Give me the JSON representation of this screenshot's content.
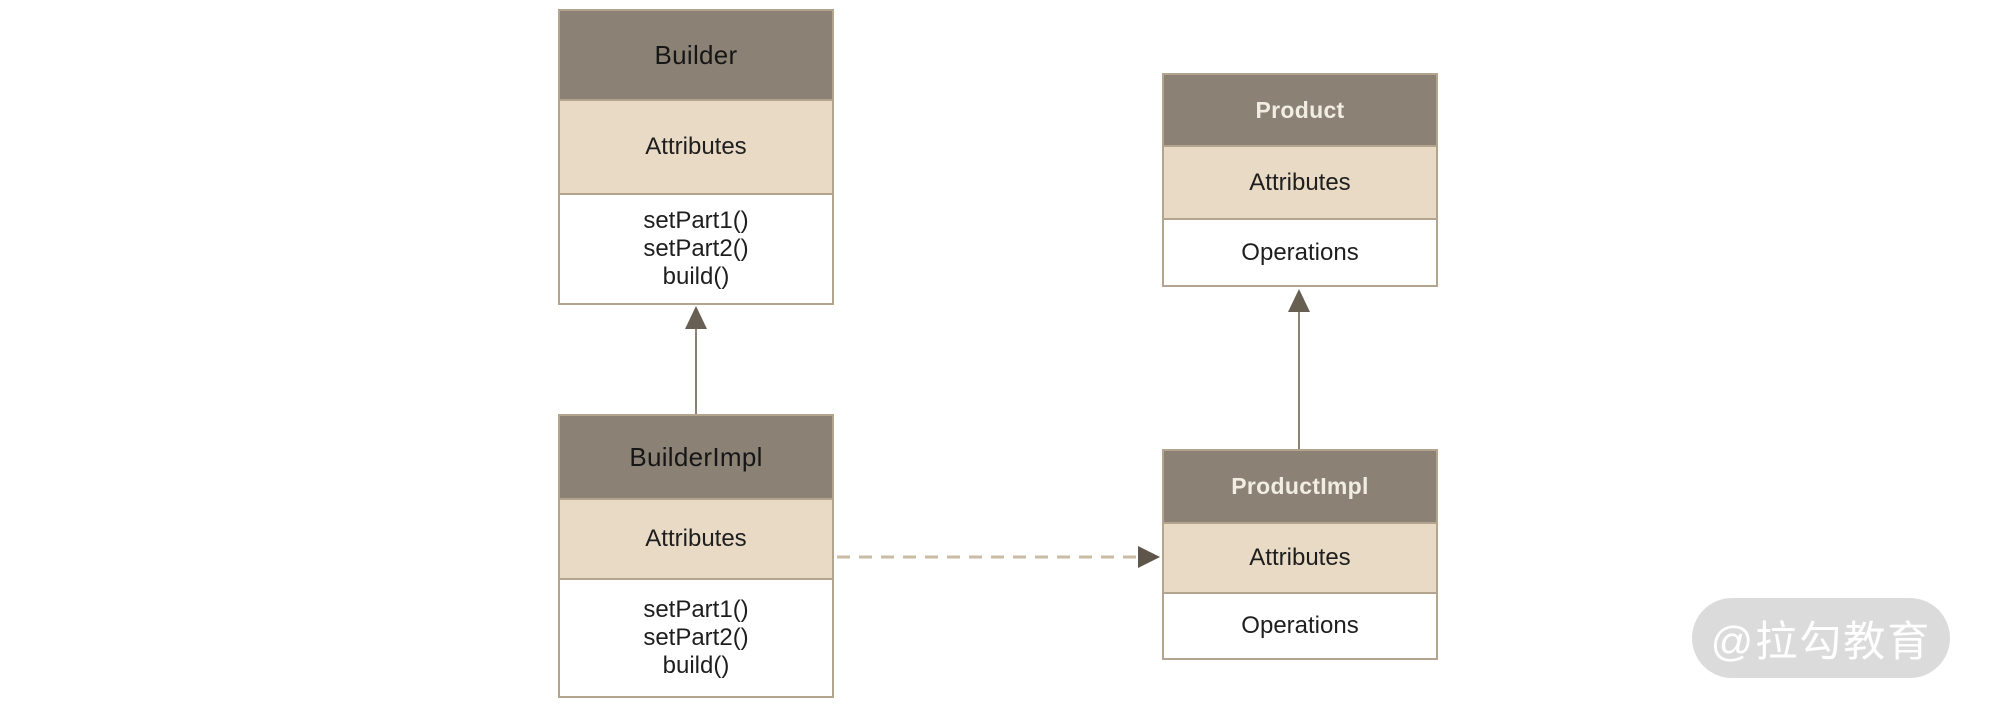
{
  "diagram": {
    "classes": {
      "builder": {
        "title": "Builder",
        "attributes_label": "Attributes",
        "operations": [
          "setPart1()",
          "setPart2()",
          "build()"
        ]
      },
      "builderImpl": {
        "title": "BuilderImpl",
        "attributes_label": "Attributes",
        "operations": [
          "setPart1()",
          "setPart2()",
          "build()"
        ]
      },
      "product": {
        "title": "Product",
        "attributes_label": "Attributes",
        "operations_label": "Operations"
      },
      "productImpl": {
        "title": "ProductImpl",
        "attributes_label": "Attributes",
        "operations_label": "Operations"
      }
    },
    "relations": [
      {
        "from": "BuilderImpl",
        "to": "Builder",
        "line": "solid",
        "arrowhead": "filled-triangle",
        "direction": "up"
      },
      {
        "from": "ProductImpl",
        "to": "Product",
        "line": "solid",
        "arrowhead": "filled-triangle",
        "direction": "up"
      },
      {
        "from": "BuilderImpl",
        "to": "ProductImpl",
        "line": "dashed",
        "arrowhead": "filled-triangle",
        "direction": "right"
      }
    ]
  },
  "watermark": {
    "text": "@拉勾教育"
  },
  "colors": {
    "header_bg": "#8B8275",
    "attrs_bg": "#E8DAC5",
    "ops_bg": "#FFFFFF",
    "box_border": "#B3A58D",
    "title_dark": "#161616",
    "title_light": "#F2EDE1",
    "body_text": "#1E1E1E",
    "arrow_line": "#8A8173",
    "arrow_head": "#675F51",
    "dashed_line": "#C9BBA4",
    "dashed_head": "#5E564A",
    "watermark_bg": "#DBDBDB",
    "watermark_text": "#FFFFFF",
    "canvas_bg": "#FFFFFF"
  }
}
